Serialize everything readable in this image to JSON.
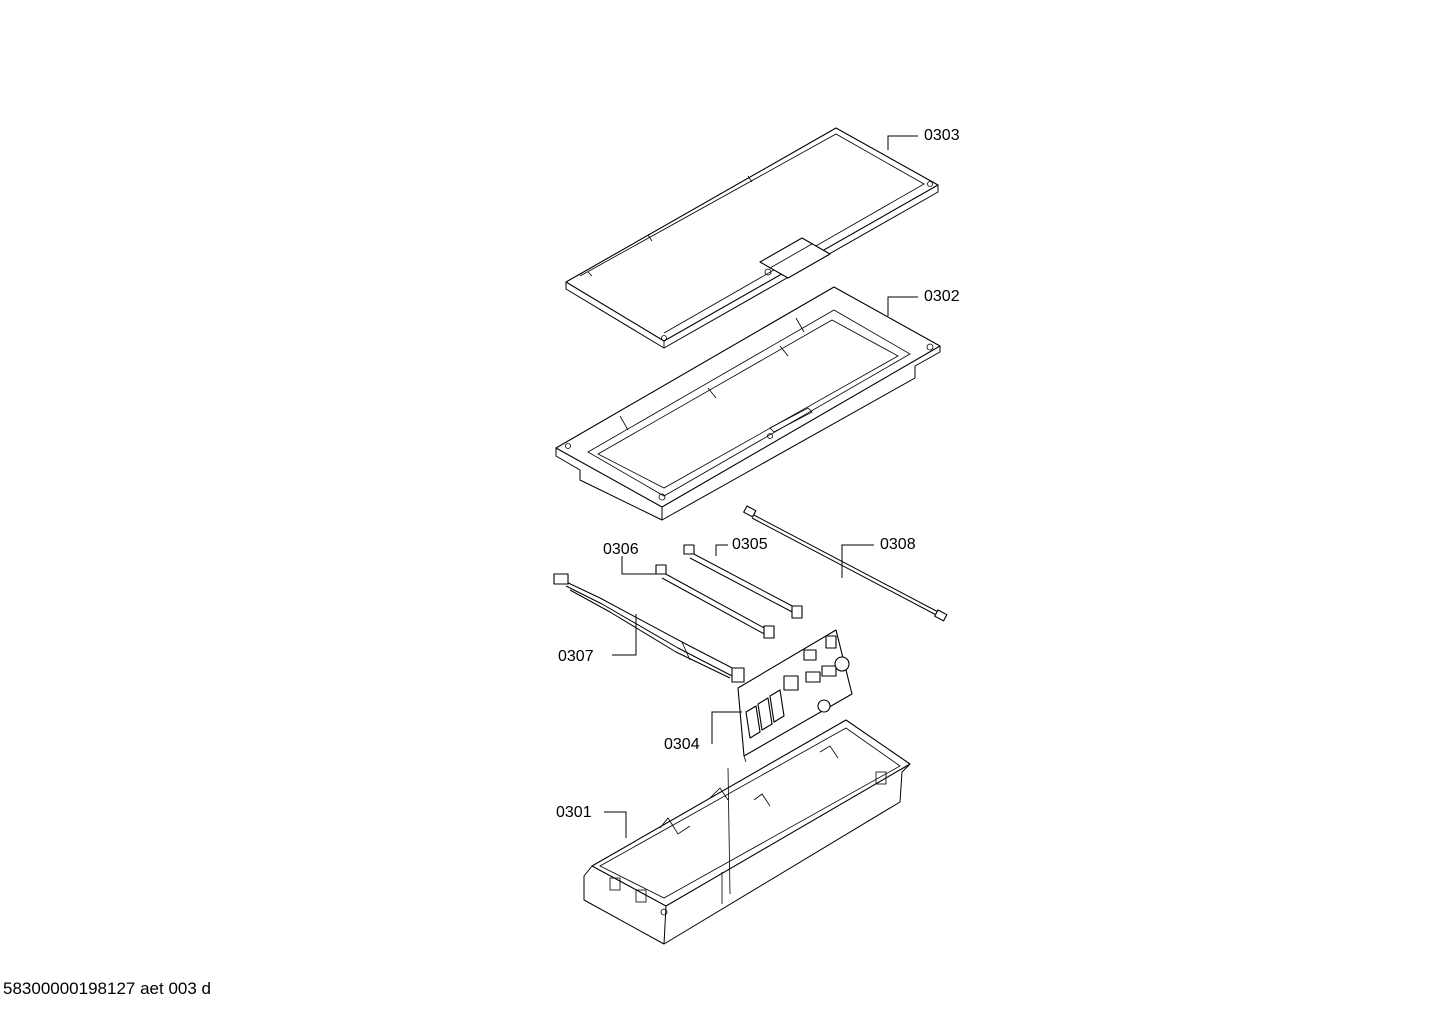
{
  "document": {
    "id": "58300000198127 aet 003 d"
  },
  "parts": [
    {
      "key": "cover",
      "number": "0303"
    },
    {
      "key": "frame",
      "number": "0302"
    },
    {
      "key": "cable",
      "number": "0308"
    },
    {
      "key": "harness_small",
      "number": "0305"
    },
    {
      "key": "harness_medium",
      "number": "0306"
    },
    {
      "key": "harness_long",
      "number": "0307"
    },
    {
      "key": "control_board",
      "number": "0304"
    },
    {
      "key": "housing",
      "number": "0301"
    }
  ],
  "colors": {
    "line": "#000000",
    "background": "#ffffff"
  }
}
